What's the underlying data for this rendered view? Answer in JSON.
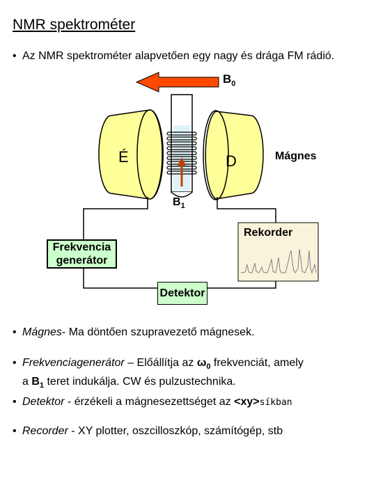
{
  "title": "NMR spektrométer",
  "intro": "Az NMR spektrométer alapvetően egy nagy és drága FM rádió.",
  "diagram": {
    "b0_label": "B",
    "b0_sub": "0",
    "b1_label": "B",
    "b1_sub": "1",
    "pole_left": "É",
    "pole_right": "D",
    "magnet_label": "Mágnes",
    "recorder_label": "Rekorder",
    "generator_label_line1": "Frekvencia",
    "generator_label_line2": "generátor",
    "detector_label": "Detektor",
    "arrow_color": "#ff4a00",
    "magnet_color": "#ffff99"
  },
  "bullets": {
    "b1": {
      "term": "Mágnes",
      "text": "- Ma döntően szupravezető mágnesek."
    },
    "b2": {
      "term": "Frekvenciagenerátor",
      "text1": " – Előállítja az ",
      "omega": "ω",
      "omega_sub": "0",
      "text2": " frekvenciát,  amely",
      "line2a": "a ",
      "line2b": "B",
      "line2_sub": "1",
      "line2c": " teret indukálja. CW és pulzustechnika."
    },
    "b3": {
      "term": "Detektor",
      "text1": "  - érzékeli a mágnesezettséget az ",
      "xy": "xy",
      "plane": "síkban"
    },
    "b4": {
      "term": "Recorder",
      "text": " - XY plotter, oszcilloszkóp, számítógép, stb"
    }
  }
}
